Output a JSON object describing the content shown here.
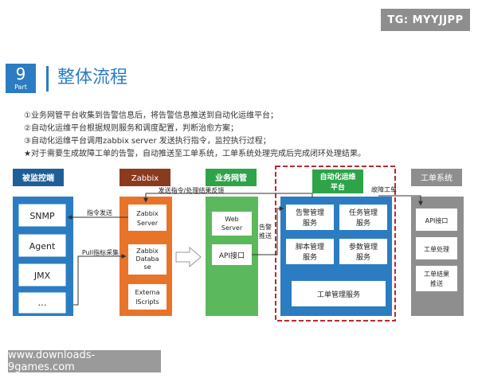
{
  "watermark_top": "TG: MYYJJPP",
  "watermark_bottom": "www.downloads-9games.com",
  "part": {
    "number": "9",
    "label": "Part"
  },
  "title": "整体流程",
  "description": [
    "①业务网管平台收集到告警信息后，将告警信息推送到自动化运维平台；",
    "②自动化运维平台根据规则服务和调度配置，判断治愈方案；",
    "③自动化运维平台调用zabbix server 发送执行指令，监控执行过程；",
    "★对于需要生成故障工单的告警，自动推送至工单系统，工单系统处理完成后完成闭环处理结果。"
  ],
  "columns": {
    "monitored": {
      "header": "被监控端",
      "items": [
        "SNMP",
        "Agent",
        "JMX",
        "…"
      ]
    },
    "zabbix": {
      "header": "Zabbix",
      "items": [
        "Zabbix Server",
        "Zabbix Database",
        "External Scripts"
      ]
    },
    "business": {
      "header": "业务网管",
      "items": [
        "Web Server",
        "API接口"
      ]
    },
    "automation": {
      "header": "自动化运维平台",
      "items": [
        "告警管理服务",
        "任务管理服务",
        "脚本管理服务",
        "参数管理服务",
        "工单管理服务"
      ]
    },
    "ticket": {
      "header": "工单系统",
      "items": [
        "API接口",
        "工单处理",
        "工单结果推送"
      ]
    }
  },
  "arrows": {
    "cmd_feedback": "发送指令/处理结果反馈",
    "fault_ticket": "故障工单",
    "cmd_send": "指令发送",
    "pull": "Pull指标采集",
    "alert_push": "告警推送"
  },
  "colors": {
    "blue": "#2b7cc2",
    "dark_blue": "#1f5f97",
    "brown": "#8b3a1e",
    "orange": "#e8742a",
    "green": "#2ea34a",
    "light_green": "#5cb85c",
    "gray": "#8e8e8e",
    "red_dash": "#c0282f"
  }
}
